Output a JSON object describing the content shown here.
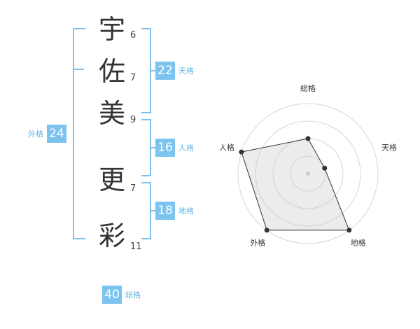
{
  "name": [
    {
      "char": "宇",
      "strokes": "6"
    },
    {
      "char": "佐",
      "strokes": "7"
    },
    {
      "char": "美",
      "strokes": "9"
    },
    {
      "char": "更",
      "strokes": "7"
    },
    {
      "char": "彩",
      "strokes": "11"
    }
  ],
  "scores": {
    "tenkaku": {
      "value": "22",
      "label": "天格"
    },
    "jinkaku": {
      "value": "16",
      "label": "人格"
    },
    "chikaku": {
      "value": "18",
      "label": "地格"
    },
    "gaikaku": {
      "value": "24",
      "label": "外格"
    },
    "soukaku": {
      "value": "40",
      "label": "総格"
    }
  },
  "colors": {
    "accent": "#7cc4ef",
    "text": "#333333",
    "radar_fill": "#eeeeee"
  },
  "chart_data": {
    "type": "radar",
    "axes": [
      "総格",
      "天格",
      "地格",
      "外格",
      "人格"
    ],
    "levels": 4,
    "max": 4,
    "values": [
      2,
      1,
      4,
      4,
      4
    ]
  }
}
